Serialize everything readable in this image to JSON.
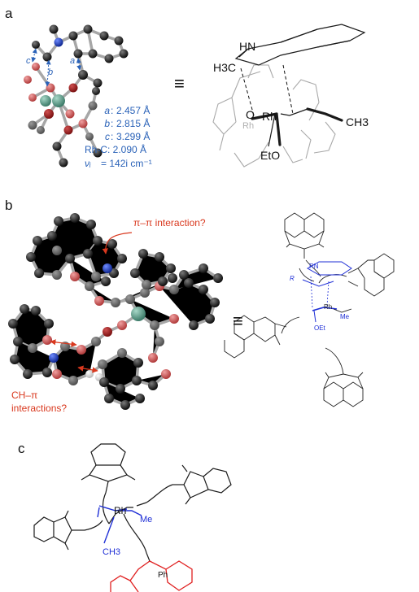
{
  "panels": {
    "a": {
      "label": "a",
      "axis_labels": [
        "c",
        "b",
        "a"
      ],
      "measurements": [
        {
          "key": "a",
          "value": "2.457 Å"
        },
        {
          "key": "b",
          "value": "2.815 Å"
        },
        {
          "key": "c",
          "value": "3.299 Å"
        }
      ],
      "rh_c": "Rh-C: 2.090 Å",
      "freq_symbol": "νᵢ",
      "freq_value": "= 142i cm⁻¹",
      "equiv": "≡",
      "atoms": {
        "hn": "HN",
        "h3c": "H3C",
        "rh": "Rh",
        "rh_ghost": "Rh",
        "o": "O",
        "ch3": "CH3",
        "eto": "EtO"
      }
    },
    "b": {
      "label": "b",
      "pi_pi_label": "π–π interaction?",
      "ch_pi_line1": "CH–π",
      "ch_pi_line2": "interactions?",
      "equiv": "≡",
      "atoms": {
        "rn": "RN",
        "r": "R",
        "rh": "Rh",
        "me": "Me",
        "oet": "OEt"
      }
    },
    "c": {
      "label": "c",
      "atoms": {
        "rh": "Rh",
        "me": "Me",
        "ch3": "CH3",
        "ph": "Ph"
      }
    }
  },
  "colors": {
    "blue_label": "#2a62b8",
    "red_label": "#d9381e",
    "ligand_blue": "#1f2fd6",
    "red_ligand": "#e02020",
    "carbon": "#111111",
    "oxygen": "#c85858",
    "rhodium": "#4f8f7a",
    "nitrogen": "#1c3fc4"
  }
}
